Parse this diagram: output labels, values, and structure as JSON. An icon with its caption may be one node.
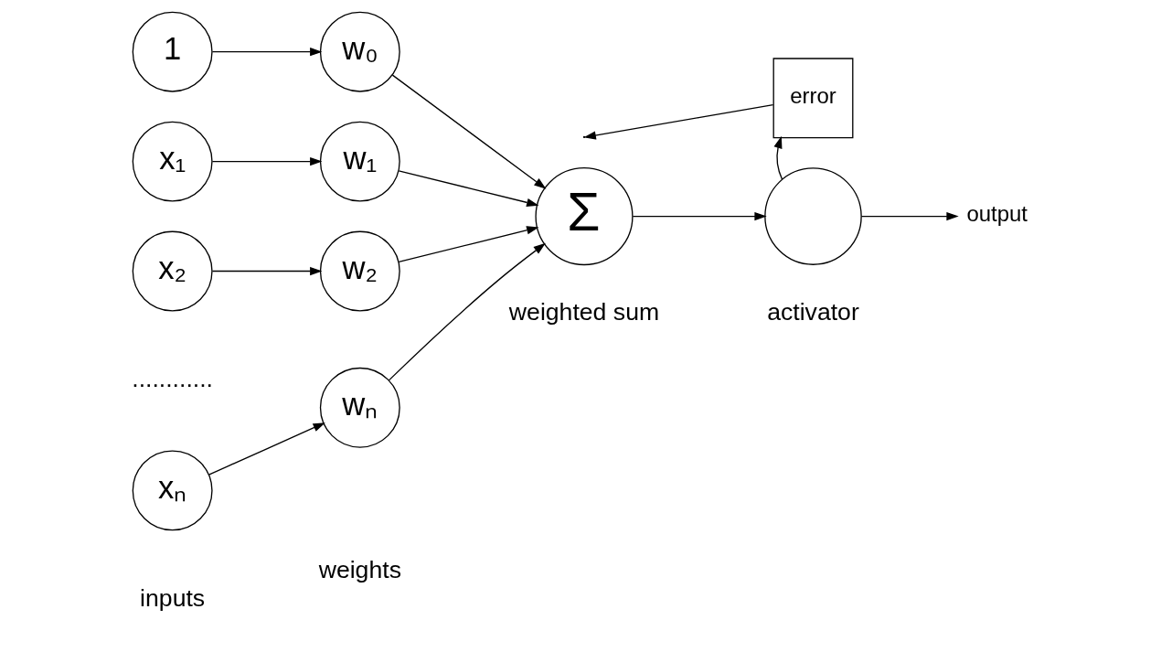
{
  "diagram": {
    "nodes": [
      {
        "text": [
          "1"
        ]
      },
      {
        "text": [
          "w₀"
        ]
      },
      {
        "text": [
          "x₁"
        ]
      },
      {
        "text": [
          "w₁"
        ]
      },
      {
        "text": [
          "x₂"
        ]
      },
      {
        "text": [
          "w₂"
        ]
      },
      {
        "text": [
          "xₙ"
        ]
      },
      {
        "text": [
          "wₙ"
        ]
      },
      {
        "text": [
          "Σ"
        ],
        "beside": [
          "weighted sum"
        ]
      },
      {
        "text": [],
        "shape": "circle",
        "beside": [
          "activator"
        ]
      },
      {
        "text": [
          "output"
        ]
      },
      {
        "text": [
          "error"
        ]
      }
    ],
    "edges": [
      {
        "from": 0,
        "to": 1,
        "arrow": "to"
      },
      {
        "from": 2,
        "to": 3,
        "arrow": "to"
      },
      {
        "from": 4,
        "to": 5,
        "arrow": "to"
      },
      {
        "from": 6,
        "to": 7,
        "arrow": "to"
      },
      {
        "from": 1,
        "to": 8,
        "arrow": "to"
      },
      {
        "from": 3,
        "to": 8,
        "arrow": "to"
      },
      {
        "from": 5,
        "to": 8,
        "arrow": "to"
      },
      {
        "from": 7,
        "to": 8,
        "arrow": "to"
      },
      {
        "from": 8,
        "to": 9,
        "arrow": "to"
      },
      {
        "from": 9,
        "to": 10,
        "arrow": "to"
      },
      {
        "from": 9,
        "to": 11,
        "arrow": "to"
      },
      {
        "from": 11,
        "to": null,
        "arrow": "to"
      }
    ],
    "labels": [
      "............",
      "inputs",
      "weights"
    ]
  }
}
